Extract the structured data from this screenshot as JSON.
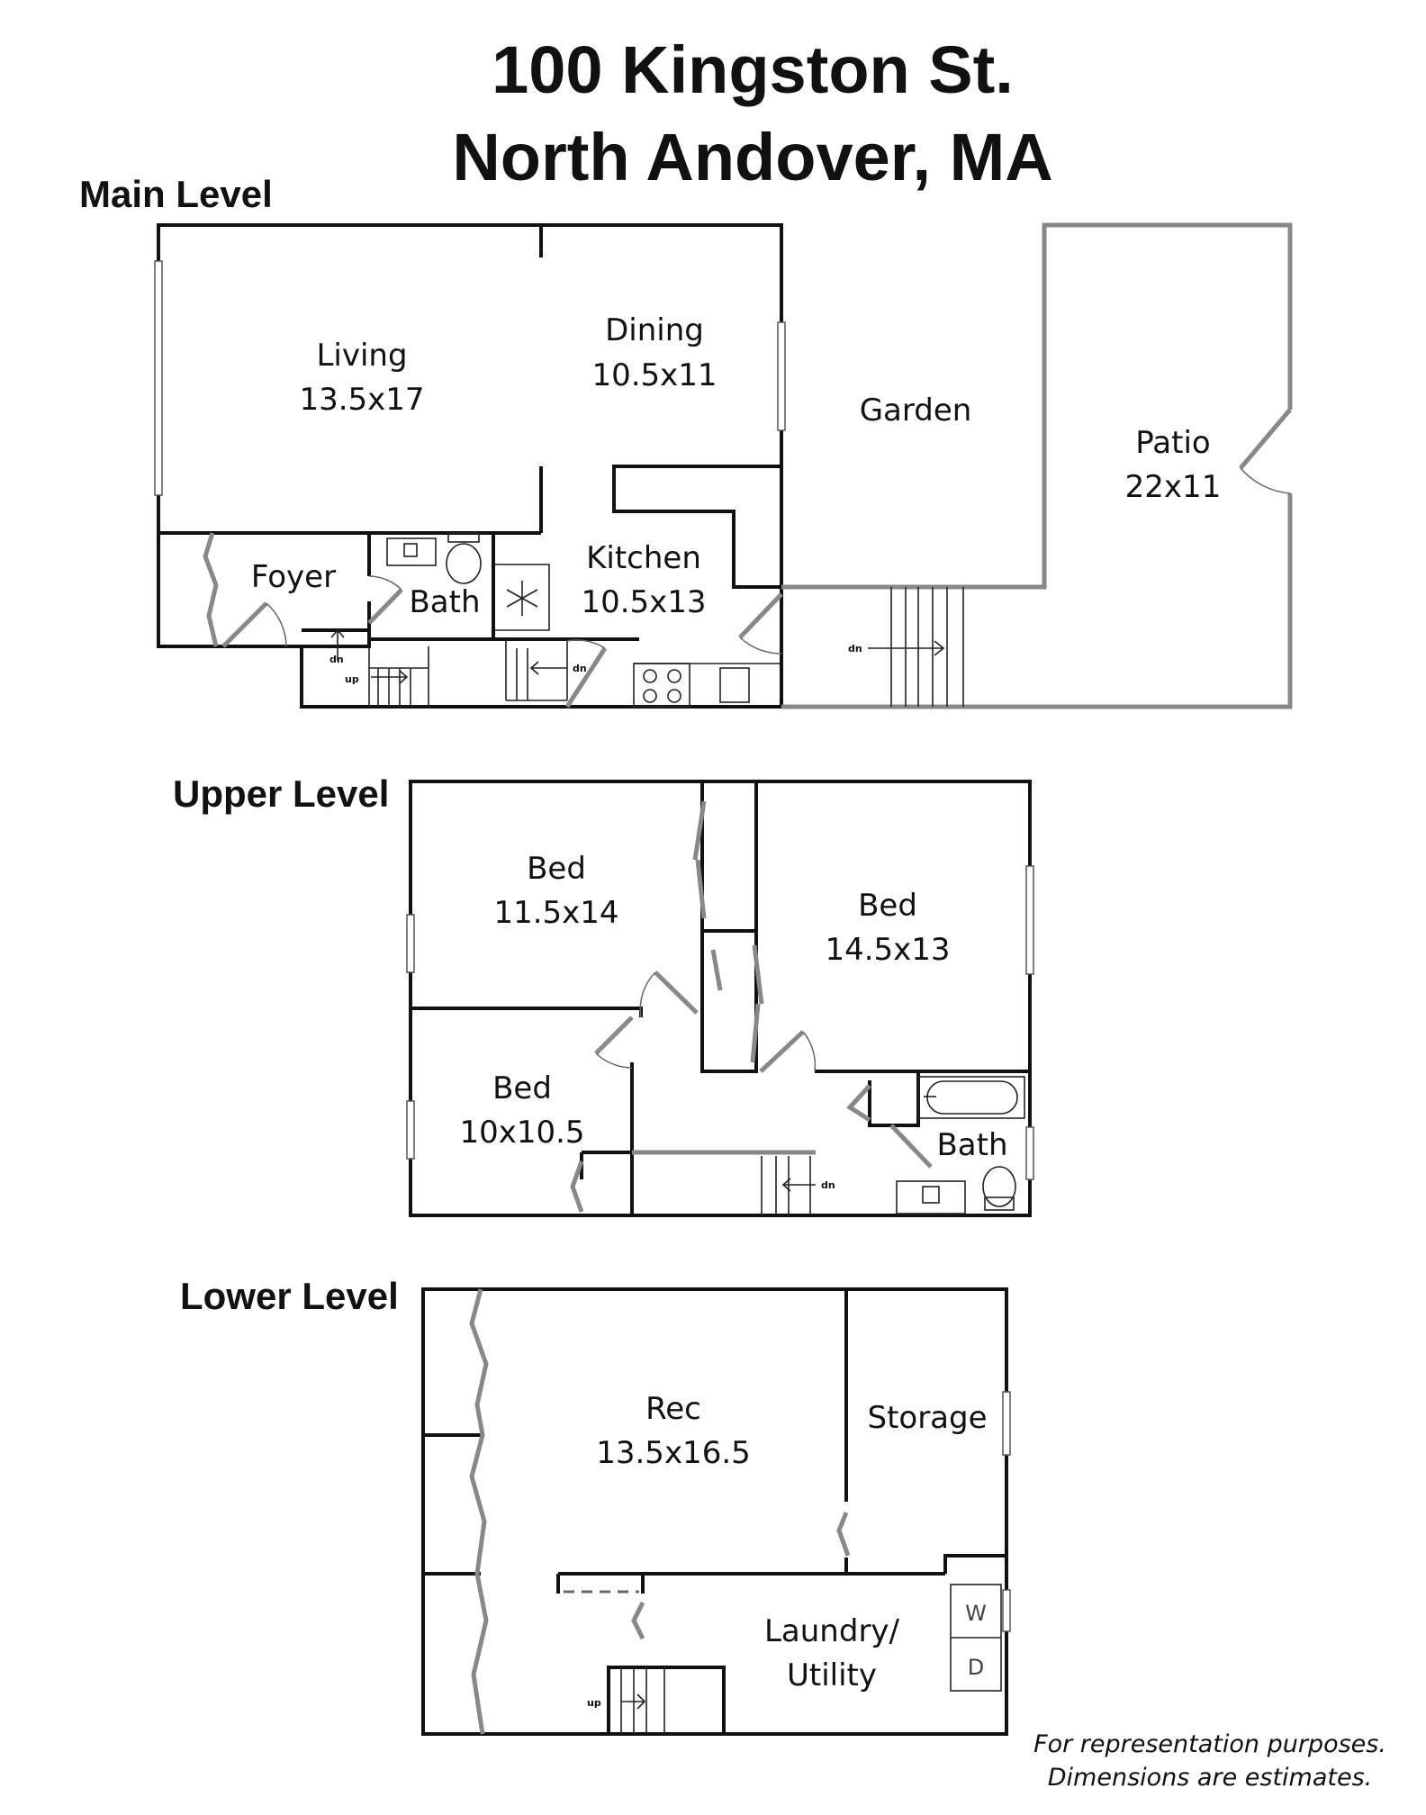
{
  "title": {
    "line1": "100 Kingston St.",
    "line2": "North Andover, MA"
  },
  "levels": {
    "main": "Main Level",
    "upper": "Upper Level",
    "lower": "Lower Level"
  },
  "rooms": {
    "living": {
      "name": "Living",
      "dims": "13.5x17"
    },
    "dining": {
      "name": "Dining",
      "dims": "10.5x11"
    },
    "garden": {
      "name": "Garden"
    },
    "patio": {
      "name": "Patio",
      "dims": "22x11"
    },
    "foyer": {
      "name": "Foyer"
    },
    "main_bath": {
      "name": "Bath"
    },
    "kitchen": {
      "name": "Kitchen",
      "dims": "10.5x13"
    },
    "bed1": {
      "name": "Bed",
      "dims": "11.5x14"
    },
    "bed2": {
      "name": "Bed",
      "dims": "14.5x13"
    },
    "bed3": {
      "name": "Bed",
      "dims": "10x10.5"
    },
    "upper_bath": {
      "name": "Bath"
    },
    "rec": {
      "name": "Rec",
      "dims": "13.5x16.5"
    },
    "storage": {
      "name": "Storage"
    },
    "laundry": {
      "line1": "Laundry/",
      "line2": "Utility"
    }
  },
  "stair_labels": {
    "dn": "dn",
    "up": "up"
  },
  "appliances": {
    "washer": "W",
    "dryer": "D"
  },
  "footnote": {
    "line1": "For representation purposes.",
    "line2": "Dimensions are estimates."
  }
}
